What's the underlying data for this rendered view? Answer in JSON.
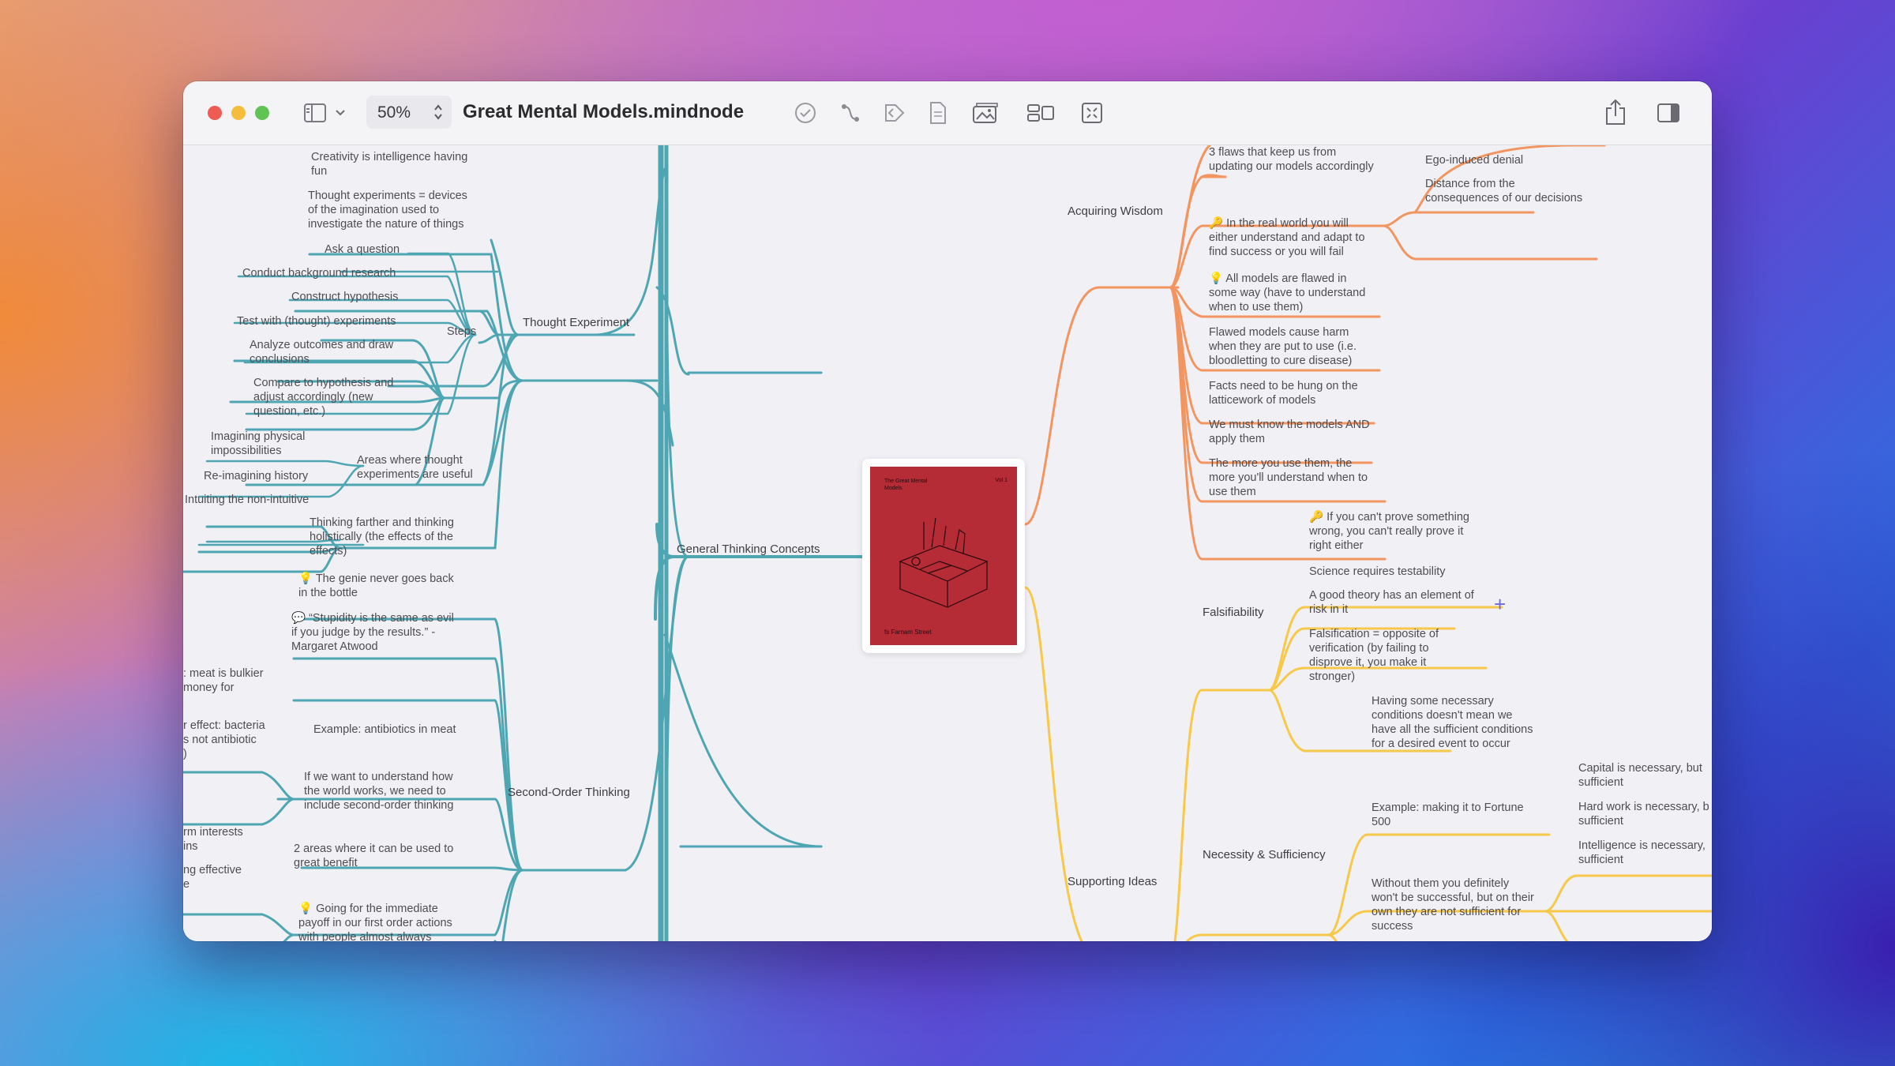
{
  "window": {
    "title": "Great Mental Models.mindnode",
    "zoom": "50%"
  },
  "toolbar": {
    "icons": [
      "sidebar-icon",
      "chevron-down-icon",
      "checkmark-icon",
      "connect-icon",
      "back-icon",
      "note-icon",
      "image-icon",
      "layout-icon",
      "focus-icon",
      "share-icon",
      "inspector-icon"
    ]
  },
  "colors": {
    "teal": "#4ea6b3",
    "orange": "#f29560",
    "yellow": "#f7c94a"
  },
  "mindmap": {
    "center": {
      "book_title": "The Great Mental Models",
      "book_volume": "Vol 1",
      "book_publisher": "fs Farnam Street"
    },
    "general": "General Thinking Concepts",
    "thought_experiment": "Thought Experiment",
    "te": {
      "creativity": "Creativity is intelligence having\nfun",
      "devices": "Thought experiments = devices\nof the imagination used to\ninvestigate the nature of things",
      "steps": "Steps",
      "ask": "Ask a question",
      "research": "Conduct background research",
      "hypothesis": "Construct hypothesis",
      "test": "Test with (thought) experiments",
      "analyze": "Analyze outcomes and draw\nconclusions",
      "compare": "Compare to hypothesis and\nadjust accordingly (new\nquestion, etc.)",
      "areas": "Areas where thought\nexperiments are useful",
      "imagining": "Imagining physical\nimpossibilities",
      "reimagining": "Re-imagining history",
      "intuiting": "Intuiting the non-intuitive"
    },
    "second_order": "Second-Order Thinking",
    "so": {
      "farther": "Thinking farther and thinking\nholistically (the effects of the\neffects)",
      "genie": "💡 The genie never goes back\nin the bottle",
      "stupidity": "💬 “Stupidity is the same as evil\nif you judge by the results.” -\nMargaret Atwood",
      "meat": ": meat is bulkier\nmoney for",
      "antibiotics": "Example: antibiotics in meat",
      "effect": "r effect: bacteria\ns not antibiotic\n)",
      "world": "If we want to understand how\nthe world works, we need to\ninclude second-order thinking",
      "rm": "rm interests\nins",
      "areas2": "2 areas where it can be used to\ngreat benefit",
      "ng": "ng effective\ne",
      "immediate": "💡 Going for the immediate\npayoff in our first order actions\nwith people almost always"
    },
    "acquiring": "Acquiring Wisdom",
    "aw": {
      "flaws": "3 flaws that keep us from\nupdating our models accordingly",
      "ego": "Ego-induced denial",
      "distance": "Distance from the\nconsequences of our decisions",
      "real": "🔑 In the real world you will\neither understand and adapt to\nfind success or you will fail",
      "flawed": "💡 All models are flawed in\nsome way (have to understand\nwhen to use them)",
      "harm": "Flawed models cause harm\nwhen they are put to use (i.e.\nbloodletting to cure disease)",
      "facts": "Facts need to be hung on the\nlatticework of models",
      "know": "We must know the models AND\napply them",
      "more": "The more you use them, the\nmore you'll understand when to\nuse them"
    },
    "supporting": "Supporting Ideas",
    "falsifiability": "Falsifiability",
    "fa": {
      "prove": "🔑 If you can't prove something\nwrong, you can't really prove it\nright either",
      "science": "Science requires testability",
      "theory": "A good theory has an element of\nrisk in it",
      "falsification": "Falsification = opposite of\nverification (by failing to\ndisprove it, you make it\nstronger)"
    },
    "necessity": "Necessity & Sufficiency",
    "ns": {
      "having": "Having some necessary\nconditions doesn't mean we\nhave all the sufficient conditions\nfor a desired event to occur",
      "fortune": "Example: making it to Fortune\n500",
      "capital": "Capital is necessary, but\nsufficient",
      "hard": "Hard work is necessary, b\nsufficient",
      "intelligence": "Intelligence is necessary,\nsufficient",
      "without": "Without them you definitely\nwon't be successful, but on their\nown they are not sufficient for\nsuccess"
    }
  }
}
